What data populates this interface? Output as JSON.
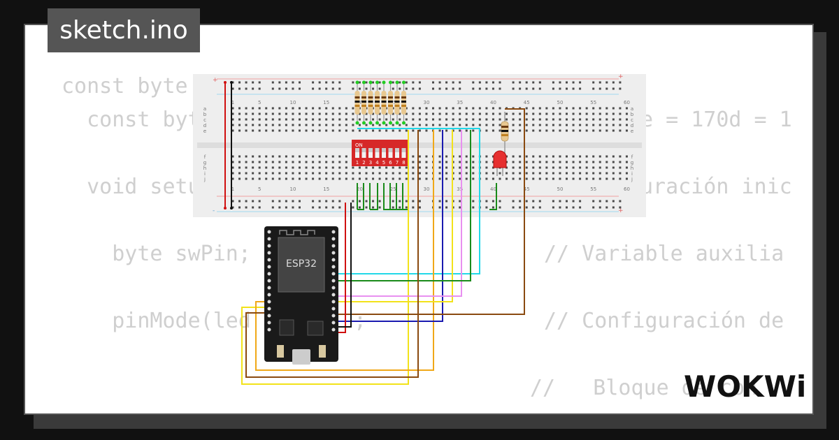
{
  "file_tab": {
    "title": "sketch.ino"
  },
  "code_lines": [
    "const byte",
    "  const byte",
    "e = 170d = 1",
    "  void setu",
    "uración inic",
    "    byte swPin;",
    "// Variable auxilia",
    "    pinMode(led",
    ";",
    "// Configuración de",
    "//   Bloque de con"
  ],
  "breadboard": {
    "column_numbers": [
      "1",
      "5",
      "10",
      "15",
      "20",
      "25",
      "30",
      "35",
      "40",
      "45",
      "50",
      "55",
      "60"
    ],
    "row_letters_top": [
      "a",
      "b",
      "c",
      "d",
      "e"
    ],
    "row_letters_bottom": [
      "f",
      "g",
      "h",
      "i",
      "j"
    ],
    "rail_plus": "+",
    "rail_minus": "-"
  },
  "dip_switch": {
    "on_label": "ON",
    "numbers": [
      "1",
      "2",
      "3",
      "4",
      "5",
      "6",
      "7",
      "8"
    ]
  },
  "esp32": {
    "label": "ESP32"
  },
  "logo": {
    "text": "WOKWi"
  },
  "colors": {
    "background": "#111111",
    "card": "#ffffff",
    "code_text": "#cfcfcf",
    "tab": "#555555",
    "breadboard": "#eeeeee",
    "dip_red": "#d62828",
    "led_red": "#e63030",
    "esp32_board": "#1a1a1a",
    "wire_green": "#1a8a1a",
    "wire_cyan": "#22d8e8",
    "wire_yellow": "#f2e21a",
    "wire_orange": "#f0a818",
    "wire_violet": "#e890f0",
    "wire_navy": "#1a1ab0",
    "wire_brown": "#8a4a10",
    "wire_red": "#d01010",
    "wire_black": "#111111"
  }
}
